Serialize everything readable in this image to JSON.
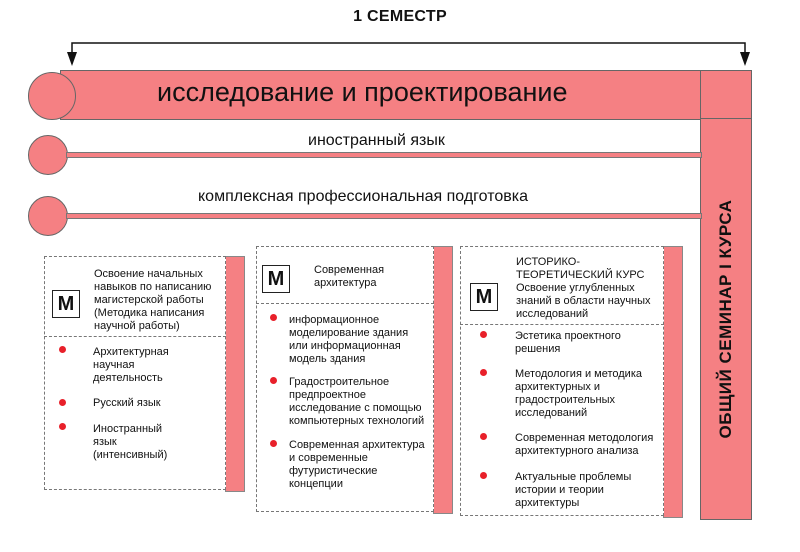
{
  "header": {
    "semester": "1 СЕМЕСТР"
  },
  "main_band": {
    "label": "исследование и проектирование"
  },
  "lines": [
    {
      "label": "иностранный язык"
    },
    {
      "label": "комплексная профессиональная подготовка"
    }
  ],
  "seminar": {
    "label": "ОБЩИЙ СЕМИНАР I КУРСА"
  },
  "modules": [
    {
      "badge": "М",
      "title": [
        "Освоение начальных",
        "навыков по написанию",
        "магистерской работы",
        "(Методика написания",
        "научной работы)"
      ],
      "items": [
        [
          "Архитектурная",
          "научная",
          "деятельность"
        ],
        [
          "Русский язык"
        ],
        [
          "Иностранный",
          "язык",
          "(интенсивный)"
        ]
      ]
    },
    {
      "badge": "М",
      "title": [
        "Современная",
        "архитектура"
      ],
      "items": [
        [
          "информационное",
          "моделирование здания",
          "или информационная",
          "модель здания"
        ],
        [
          "Градостроительное",
          "предпроектное",
          "исследование с помощью",
          "компьютерных технологий"
        ],
        [
          "Современная архитектура",
          "и современные",
          "футуристические",
          "концепции"
        ]
      ]
    },
    {
      "badge": "М",
      "title": [
        "ИСТОРИКО-",
        "ТЕОРЕТИЧЕСКИЙ КУРС",
        "Освоение углубленных",
        "знаний в области научных",
        "исследований"
      ],
      "items": [
        [
          "Эстетика проектного",
          "решения"
        ],
        [
          "Методология и методика",
          "архитектурных и",
          "градостроительных",
          "исследований"
        ],
        [
          "Современная методология",
          "архитектурного анализа"
        ],
        [
          "Актуальные проблемы",
          "истории и теории",
          "архитектуры"
        ]
      ]
    }
  ]
}
